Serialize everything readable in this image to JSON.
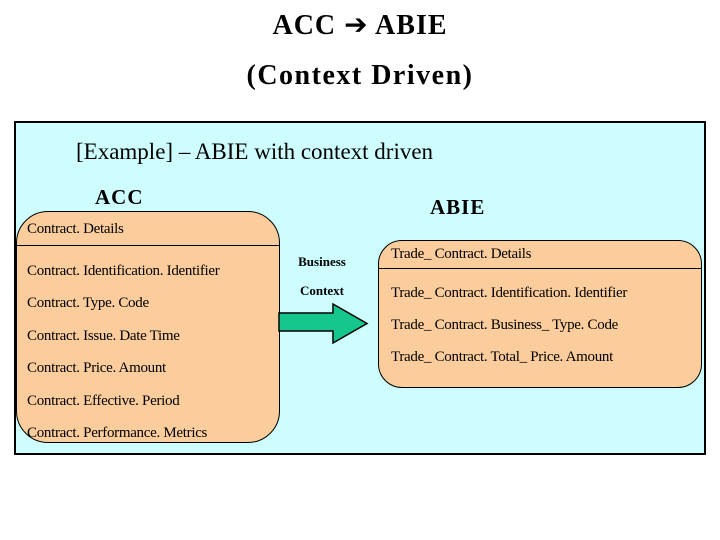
{
  "title": {
    "line1": "ACC ➔ ABIE",
    "line2": "(Context Driven)"
  },
  "panel": {
    "caption": "[Example] – ABIE with context driven",
    "acc_heading": "ACC",
    "abie_heading": "ABIE",
    "acc_box": {
      "header": "Contract. Details",
      "items": [
        "Contract. Identification. Identifier",
        "Contract. Type. Code",
        "Contract. Issue. Date Time",
        "Contract. Price. Amount",
        "Contract. Effective. Period",
        "Contract. Performance. Metrics"
      ]
    },
    "business_context": {
      "line1": "Business",
      "line2": "Context"
    },
    "abie_box": {
      "header": "Trade_ Contract. Details",
      "items": [
        "Trade_ Contract. Identification. Identifier",
        "Trade_ Contract. Business_ Type. Code",
        "Trade_ Contract. Total_ Price. Amount"
      ]
    }
  },
  "colors": {
    "panel_bg": "#CDFDFE",
    "box_bg": "#FBCC9C",
    "arrow_fill": "#15C78C",
    "ink": "#000000"
  }
}
